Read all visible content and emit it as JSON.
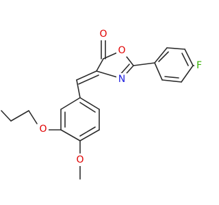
{
  "atoms": {
    "carbonyl_oxygen": "O",
    "ring_oxygen": "O",
    "ring_nitrogen": "N",
    "fluorine": "F",
    "propoxy_oxygen": "O",
    "methoxy_oxygen": "O"
  },
  "colors": {
    "bond": "#2b2b2b",
    "oxygen": "#e00000",
    "nitrogen": "#2020e0",
    "fluorine": "#33b000",
    "background": "#ffffff"
  }
}
